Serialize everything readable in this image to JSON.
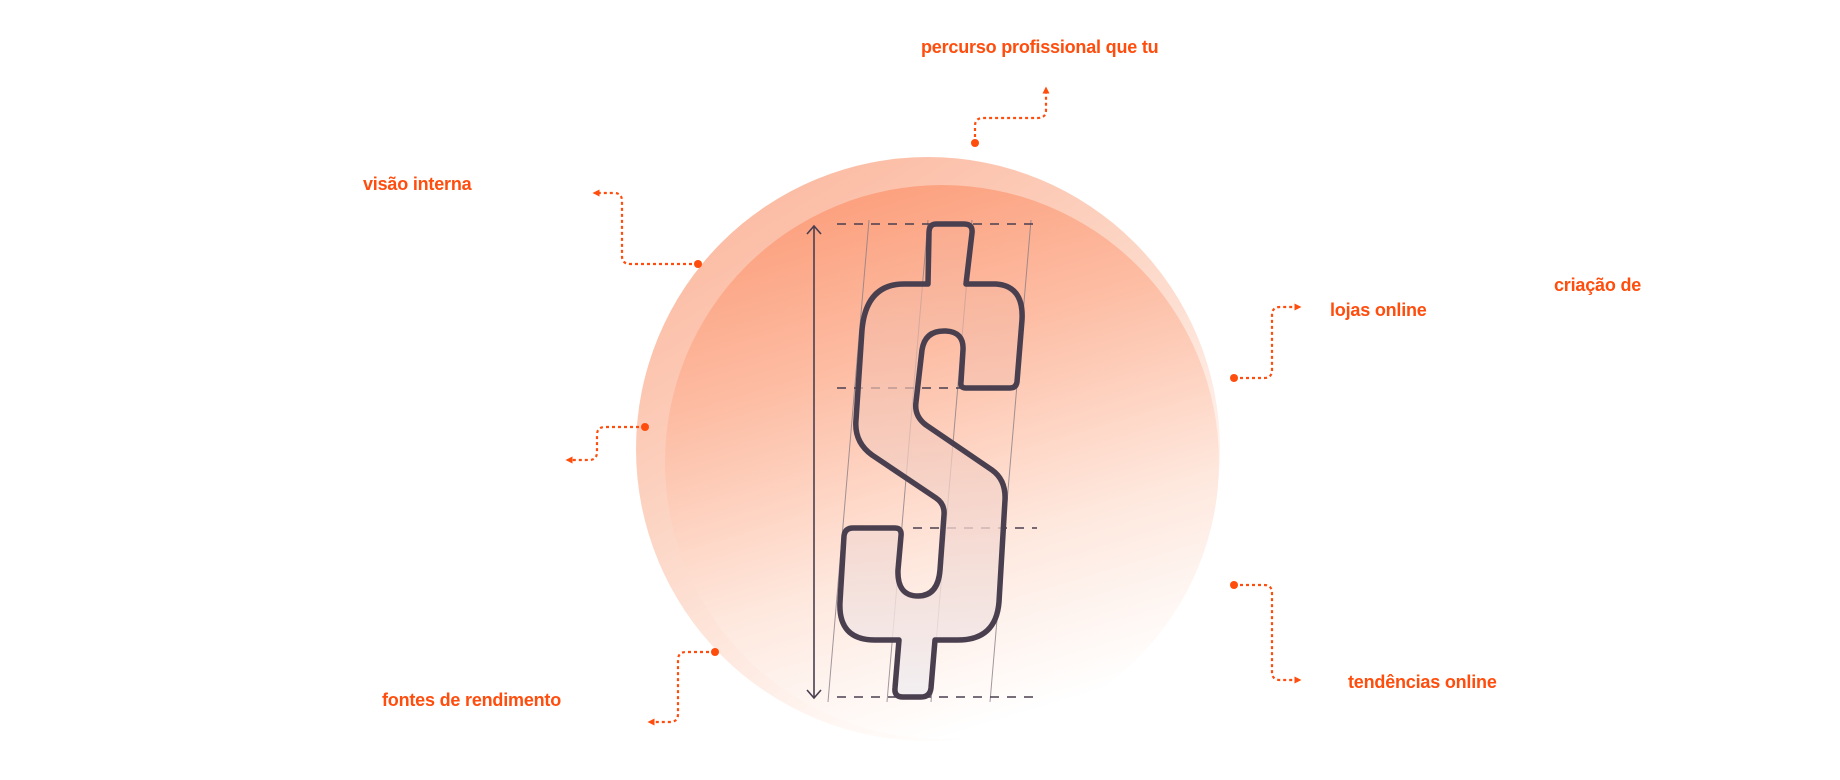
{
  "diagram": {
    "accent_color": "#ff4d0d",
    "glyph_stroke_color": "#4a3f4f",
    "central_symbol": "dollar-sign",
    "labels": [
      {
        "id": "percurso",
        "text": "percurso profissional que tu"
      },
      {
        "id": "visao",
        "text": "visão interna"
      },
      {
        "id": "criacao",
        "text": "criação de"
      },
      {
        "id": "lojas",
        "text": "lojas online"
      },
      {
        "id": "tendencias",
        "text": "tendências online"
      },
      {
        "id": "fontes",
        "text": "fontes de rendimento"
      }
    ]
  }
}
